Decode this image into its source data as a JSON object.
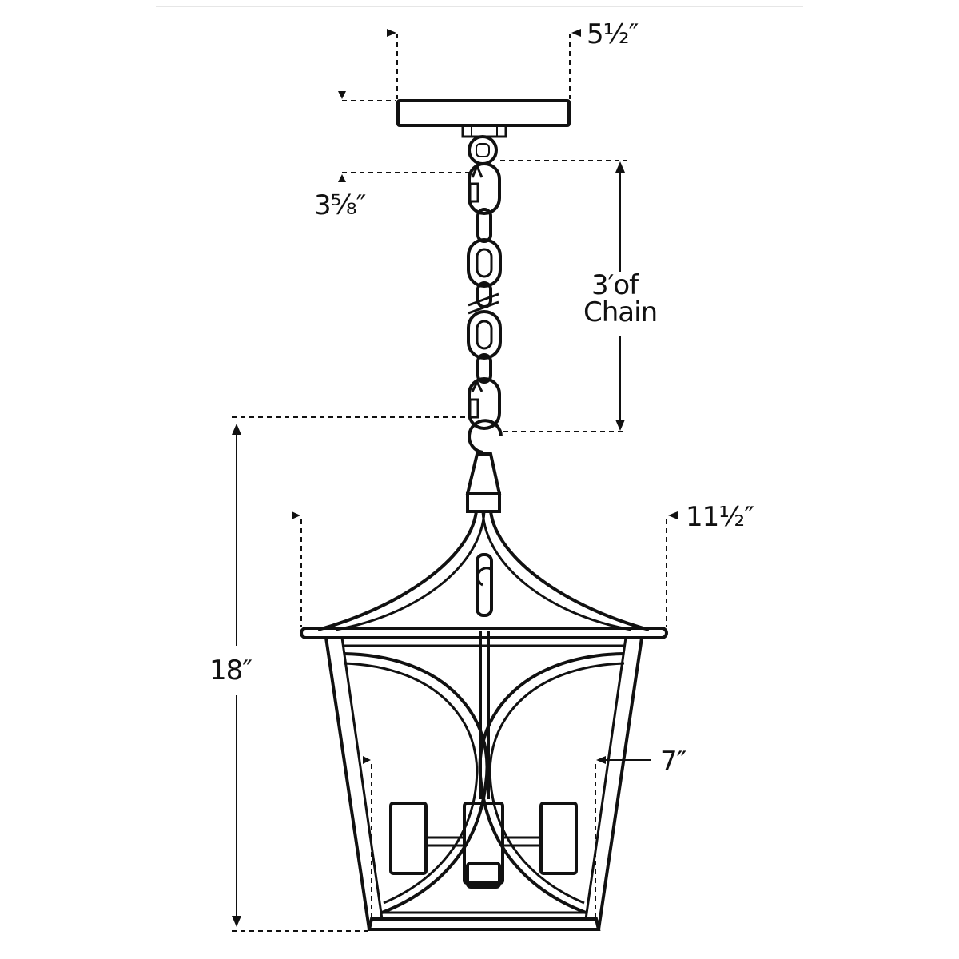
{
  "dimensions": {
    "canopy_width": "5½″",
    "canopy_height": "3⅝″",
    "chain_length_line1": "3′of",
    "chain_length_line2": "Chain",
    "lantern_height": "18″",
    "lantern_width": "11½″",
    "base_width": "7″"
  },
  "colors": {
    "line": "#111111",
    "background": "#ffffff"
  }
}
